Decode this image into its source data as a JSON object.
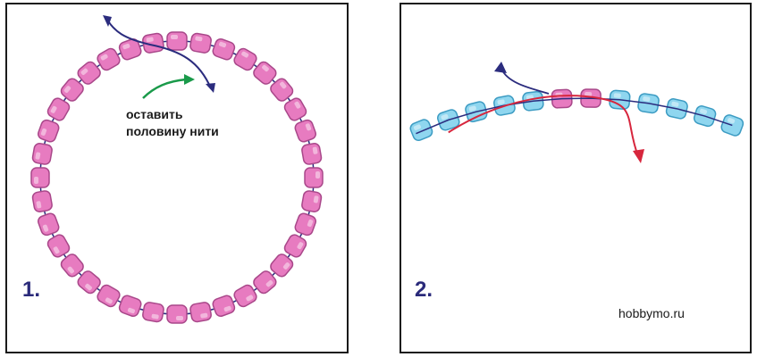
{
  "panel1": {
    "step_number": "1.",
    "caption_line1": "оставить",
    "caption_line2": "половину нити",
    "bead_count": 36,
    "colors": {
      "bead": "#e77bc0",
      "bead_edge": "#a9488a",
      "thread": "#2b2c7e",
      "arrow_green": "#1a9a4a"
    }
  },
  "panel2": {
    "step_number": "2.",
    "watermark": "hobbymo.ru",
    "bead_count": 12,
    "pink_bead_positions": [
      5,
      6
    ],
    "colors": {
      "bead_blue": "#8fd6ef",
      "bead_blue_edge": "#3d9cc3",
      "bead_pink": "#e77bc0",
      "thread": "#2b2c7e",
      "thread_red": "#d7263d"
    }
  }
}
